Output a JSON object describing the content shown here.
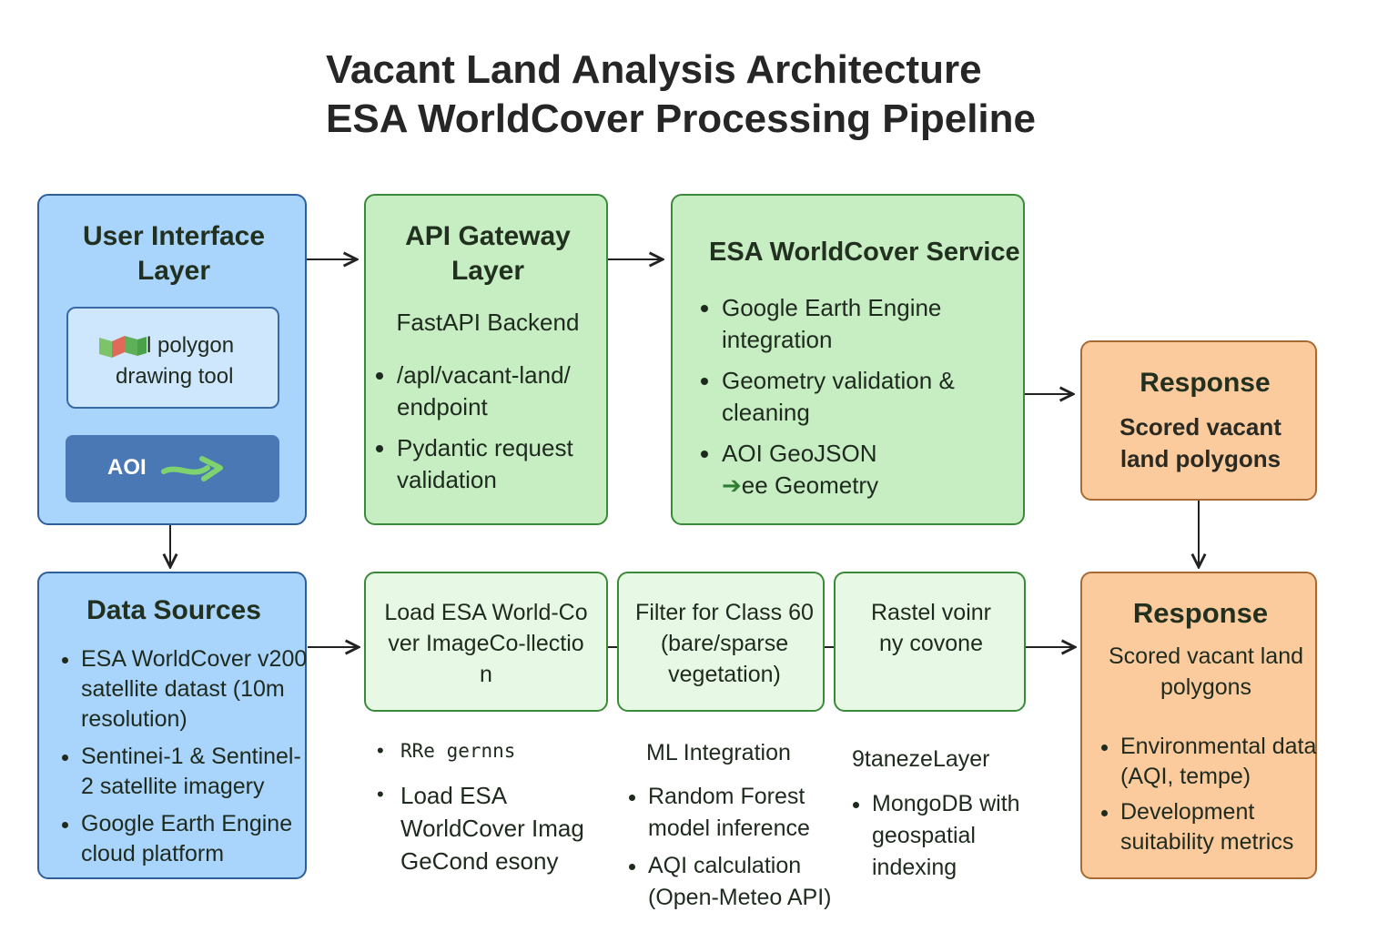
{
  "title": {
    "line1": "Vacant Land Analysis Architecture",
    "line2": "ESA WorldCover Processing Pipeline"
  },
  "ui_layer": {
    "heading": "User Interface Layer",
    "tool_label": "l polygon drawing tool",
    "tool_icon": "map-icon",
    "aoi_label": "AOI",
    "aoi_icon": "arrow-icon"
  },
  "api_layer": {
    "heading": "API Gateway Layer",
    "subheading": "FastAPI Backend",
    "items": [
      "/apl/vacant-land/ endpoint",
      "Pydantic request validation"
    ]
  },
  "esa_service": {
    "heading": "ESA WorldCover Service",
    "items": [
      "Google Earth Engine integration",
      "Geometry validation & cleaning"
    ],
    "item3_line1": "AOI GeoJSON",
    "item3_line2": "ee Geometry"
  },
  "response_top": {
    "heading": "Response",
    "text": "Scored vacant land polygons"
  },
  "data_sources": {
    "heading": "Data Sources",
    "items": [
      "ESA WorldCover v200 satellite datast (10m resolution)",
      "Sentinei-1 & Sentinel-2 satellite imagery",
      "Google Earth Engine cloud platform"
    ]
  },
  "step_load": {
    "text": "Load ESA World-Cover ImageCo-llection"
  },
  "step_filter": {
    "text": "Filter for Class 60 (bare/sparse vegetation)"
  },
  "step_raster": {
    "text": "Rastel voinr ny covone"
  },
  "response_bottom": {
    "heading": "Response",
    "text": "Scored vacant land polygons",
    "items": [
      "Environmental data (AQI, tempe)",
      "Development suitability metrics"
    ]
  },
  "below_load": {
    "item1": "RRe gernns",
    "item2_line1": "Load ESA",
    "item2_line2": "WorldCover Imag",
    "item2_line3": "GeCond esony"
  },
  "ml_integration": {
    "heading": "ML Integration",
    "items": [
      "Random Forest model inference",
      "AQI calculation (Open-Meteo API)"
    ]
  },
  "storage_layer": {
    "heading": "9tanezeLayer",
    "items": [
      "MongoDB with geospatial indexing"
    ]
  },
  "colors": {
    "blue_fill": "#a9d4fb",
    "green_fill": "#c7eec3",
    "light_green_fill": "#e7f9e4",
    "orange_fill": "#fbcb9d",
    "aoi_button": "#4a78b5"
  }
}
